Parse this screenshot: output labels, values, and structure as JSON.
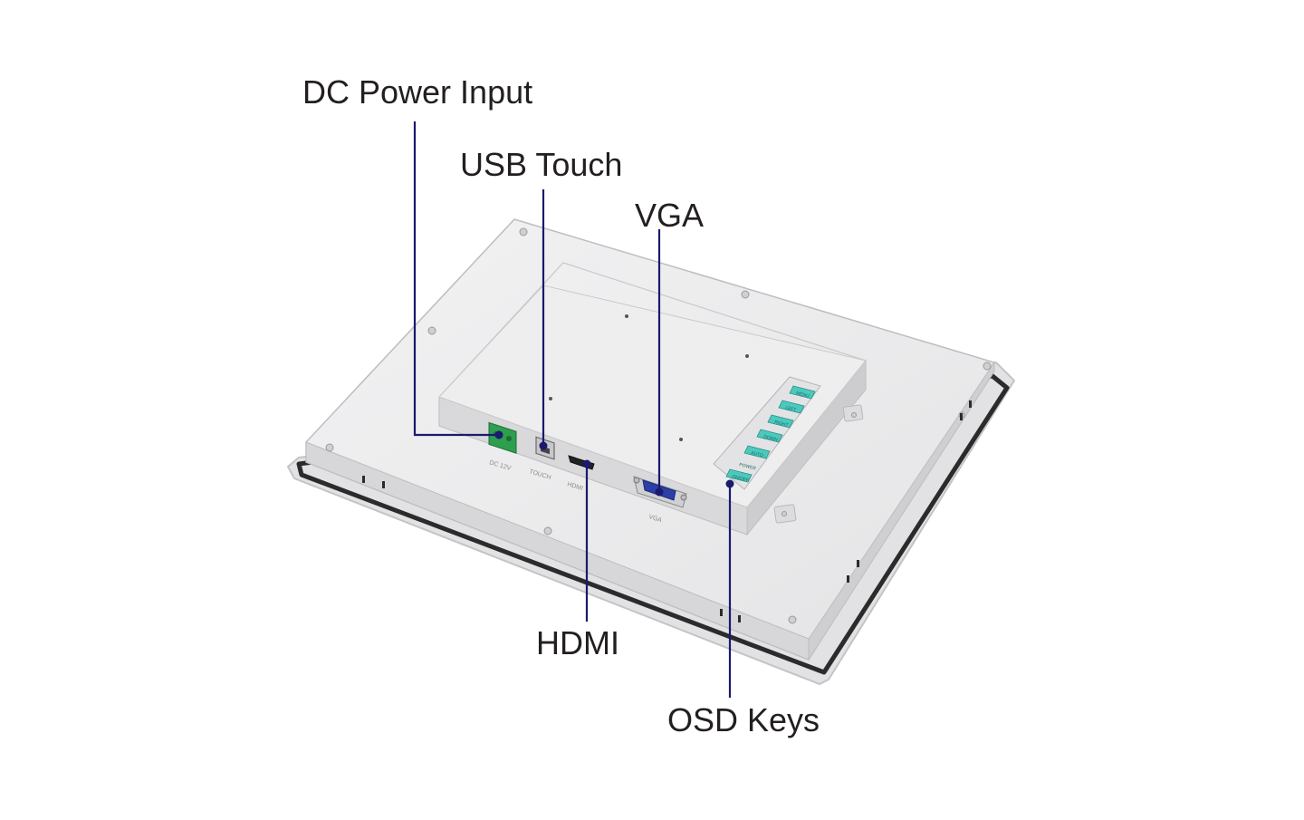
{
  "callouts": {
    "dc_power_input": "DC Power Input",
    "usb_touch": "USB Touch",
    "vga": "VGA",
    "hdmi": "HDMI",
    "osd_keys": "OSD Keys"
  },
  "port_labels": {
    "dc": "DC 12V",
    "touch": "TOUCH",
    "hdmi": "HDMI",
    "vga": "VGA",
    "power": "POWER"
  },
  "osd_keys": [
    "MENU",
    "LEFT",
    "RIGHT",
    "DOWN",
    "AUTO",
    "ON/OFF"
  ],
  "colors": {
    "leader_line": "#1a1a6e",
    "panel_body": "#e9e9ea",
    "panel_edge": "#c9c9cb",
    "gasket": "#2b2b2b",
    "bezel": "#dcdcde",
    "connector_green": "#2e9e4f",
    "key_teal": "#4cc9bd",
    "vga_blue": "#2c3fa8"
  }
}
